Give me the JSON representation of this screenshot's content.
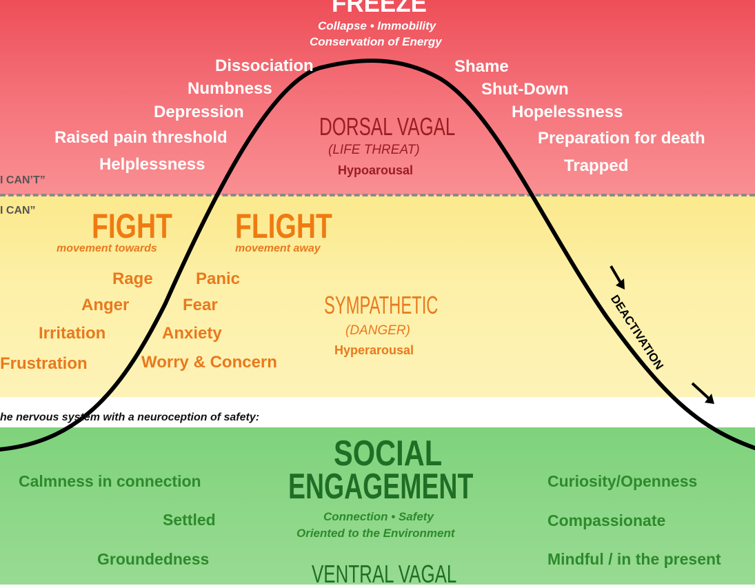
{
  "freeze": {
    "title": "FREEZE",
    "subtitle_1": "Collapse • Immobility",
    "subtitle_2": "Conservation of Energy",
    "left_items": [
      "Dissociation",
      "Numbness",
      "Depression",
      "Raised pain threshold",
      "Helplessness"
    ],
    "right_items": [
      "Shame",
      "Shut-Down",
      "Hopelessness",
      "Preparation for death",
      "Trapped"
    ],
    "state_name": "DORSAL VAGAL",
    "state_threat": "(LIFE THREAT)",
    "state_arousal": "Hypoarousal"
  },
  "threshold": {
    "cant_label": "I CAN’T”",
    "can_label": "I CAN”"
  },
  "fight": {
    "title": "FIGHT",
    "subtitle": "movement towards",
    "items": [
      "Rage",
      "Anger",
      "Irritation",
      "Frustration"
    ]
  },
  "flight": {
    "title": "FLIGHT",
    "subtitle": "movement away",
    "items": [
      "Panic",
      "Fear",
      "Anxiety",
      "Worry & Concern"
    ]
  },
  "sympathetic": {
    "state_name": "SYMPATHETIC",
    "state_threat": "(DANGER)",
    "state_arousal": "Hyperarousal"
  },
  "deactivation_label": "DEACTIVATION",
  "safety_banner": "he nervous system with a neuroception of safety:",
  "social": {
    "title_1": "SOCIAL",
    "title_2": "ENGAGEMENT",
    "subtitle_1": "Connection • Safety",
    "subtitle_2": "Oriented to the Environment",
    "state_name": "VENTRAL VAGAL",
    "left_items": [
      "Calmness in connection",
      "Settled",
      "Groundedness"
    ],
    "right_items": [
      "Curiosity/Openness",
      "Compassionate",
      "Mindful / in the present"
    ]
  },
  "colors": {
    "freeze_zone": "#ee4e58",
    "sympathetic_zone": "#fde98c",
    "social_zone": "#86d581",
    "fight_flight_text": "#e8791e",
    "social_text": "#2d8a2c",
    "dorsal_text": "#9b1d22",
    "curve": "#000000"
  }
}
